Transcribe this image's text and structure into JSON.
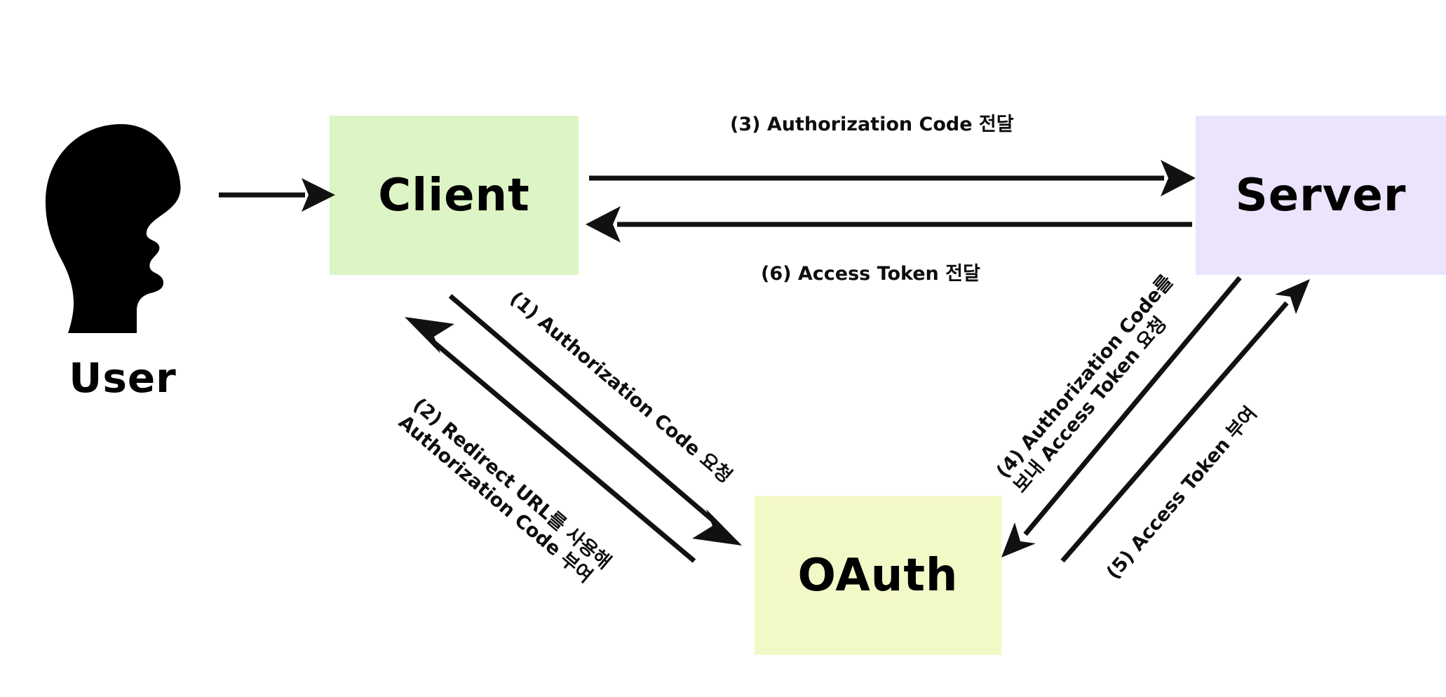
{
  "diagram": {
    "title_present": false,
    "background_color": "#ffffff",
    "nodes": [
      {
        "id": "user",
        "label": "User",
        "kind": "actor-silhouette",
        "fill": "#000000"
      },
      {
        "id": "client",
        "label": "Client",
        "kind": "box",
        "fill": "#ddf5c5"
      },
      {
        "id": "server",
        "label": "Server",
        "kind": "box",
        "fill": "#ece3fd"
      },
      {
        "id": "oauth",
        "label": "OAuth",
        "kind": "box",
        "fill": "#f3f8c7"
      }
    ],
    "edges": [
      {
        "id": "user-to-client",
        "from": "user",
        "to": "client",
        "label": "",
        "direction": "right"
      },
      {
        "id": "step-1",
        "from": "client",
        "to": "oauth",
        "label": "(1) Authorization Code 요청",
        "direction": "down-right"
      },
      {
        "id": "step-2",
        "from": "oauth",
        "to": "client",
        "label_line1": "(2) Redirect URL를 사용해",
        "label_line2": "Authorization Code 부여",
        "direction": "up-left"
      },
      {
        "id": "step-3",
        "from": "client",
        "to": "server",
        "label": "(3) Authorization Code 전달",
        "direction": "right"
      },
      {
        "id": "step-4",
        "from": "server",
        "to": "oauth",
        "label_line1": "(4) Authorization Code를",
        "label_line2": "보내 Access Token 요청",
        "direction": "down-left"
      },
      {
        "id": "step-5",
        "from": "oauth",
        "to": "server",
        "label": "(5) Access Token 부여",
        "direction": "up-right"
      },
      {
        "id": "step-6",
        "from": "server",
        "to": "client",
        "label": "(6) Access Token 전달",
        "direction": "left"
      }
    ],
    "colors": {
      "client_fill": "#ddf5c5",
      "server_fill": "#ece3fd",
      "oauth_fill": "#f3f8c7",
      "stroke": "#111111",
      "text": "#000000"
    }
  }
}
